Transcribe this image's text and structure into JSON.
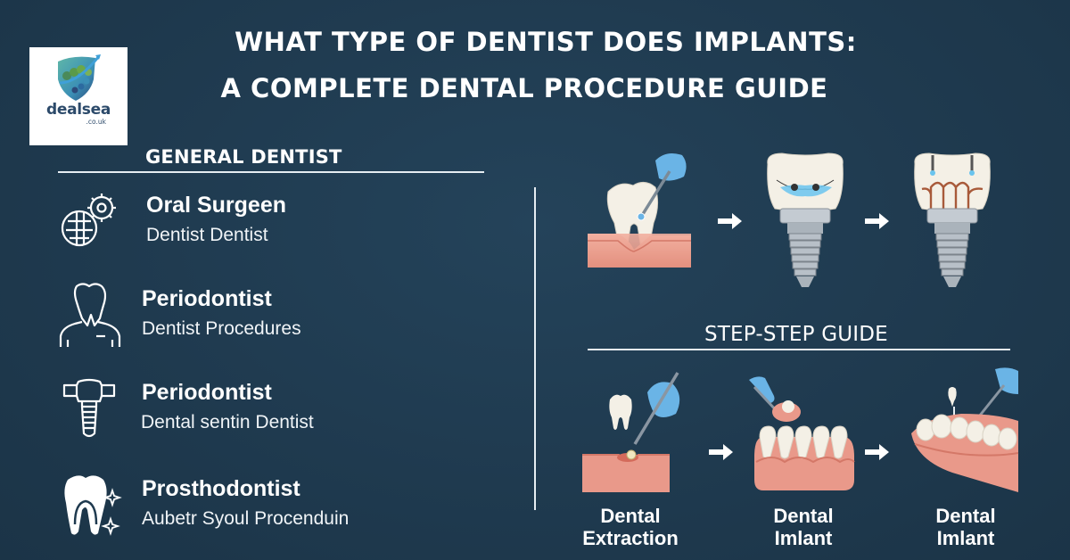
{
  "title": {
    "line1": "WHAT TYPE OF DENTIST DOES IMPLANTS:",
    "line2": "A COMPLETE DENTAL PROCEDURE GUIDE"
  },
  "logo": {
    "word": "dealsea",
    "domain": ".co.uk"
  },
  "left_panel": {
    "header": "GENERAL DENTIST",
    "specialists": [
      {
        "icon": "globe-gear-icon",
        "name": "Oral Surgeen",
        "subtitle": "Dentist Dentist"
      },
      {
        "icon": "tooth-person-icon",
        "name": "Periodontist",
        "subtitle": "Dentist Procedures"
      },
      {
        "icon": "implant-icon",
        "name": "Periodontist",
        "subtitle": "Dental sentin Dentist"
      },
      {
        "icon": "sparkle-tooth-icon",
        "name": "Prosthodontist",
        "subtitle": "Aubetr Syoul Procenduin"
      }
    ]
  },
  "right_panel": {
    "top_sequence": [
      {
        "illustration": "tooth-extraction-in-gum"
      },
      {
        "illustration": "implant-crown-blue-core"
      },
      {
        "illustration": "implant-crown-roots"
      }
    ],
    "step_header": "STEP-STEP GUIDE",
    "steps": [
      {
        "illustration": "gum-socket-with-tool",
        "label_line1": "Dental",
        "label_line2": "Extraction"
      },
      {
        "illustration": "lower-teeth-row",
        "label_line1": "Dental",
        "label_line2": "Imlant"
      },
      {
        "illustration": "jaw-with-implant-tool",
        "label_line1": "Dental",
        "label_line2": "Imlant"
      }
    ]
  },
  "colors": {
    "background": "#1f3a4f",
    "text": "#ffffff",
    "gum": "#e9998a",
    "tooth": "#f4f0e6",
    "glove": "#6ab4e6",
    "metal": "#aab3bb"
  }
}
